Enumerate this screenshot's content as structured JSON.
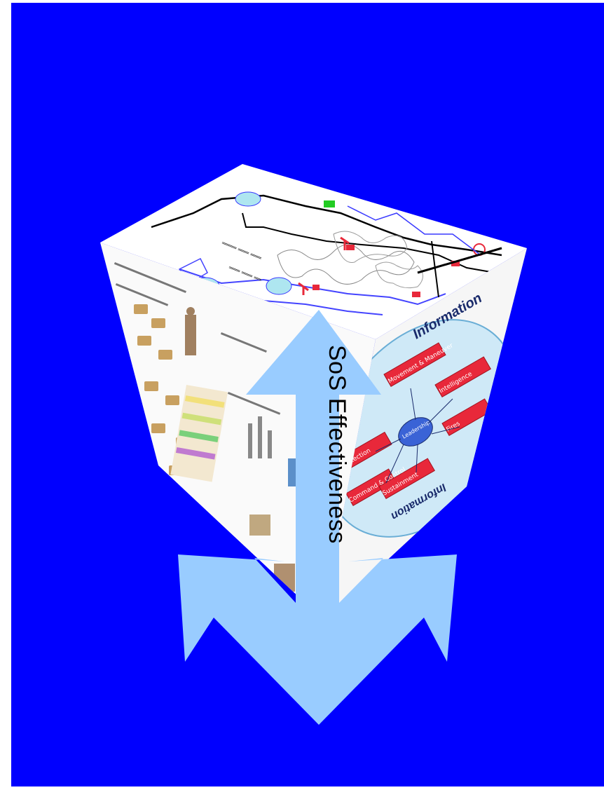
{
  "colors": {
    "background": "#0000FF",
    "arrow": "#99CCFF",
    "cube_face": "#ffffff",
    "accent_red": "#e8283a",
    "accent_blue_line": "#3a3aff",
    "accent_green": "#22cc22",
    "disk": "#cfe9f7"
  },
  "arrow_label": "SoS Effectiveness",
  "disk_title": "Information",
  "disk_boxes": [
    "Movement & Maneuver",
    "Intelligence",
    "Fires",
    "Protection",
    "Command & Control",
    "Sustainment"
  ],
  "disk_center": "Leadership",
  "disk_bottom": "Information",
  "icons": {
    "cube": "cube-icon",
    "arrow": "three-way-arrow-icon"
  }
}
